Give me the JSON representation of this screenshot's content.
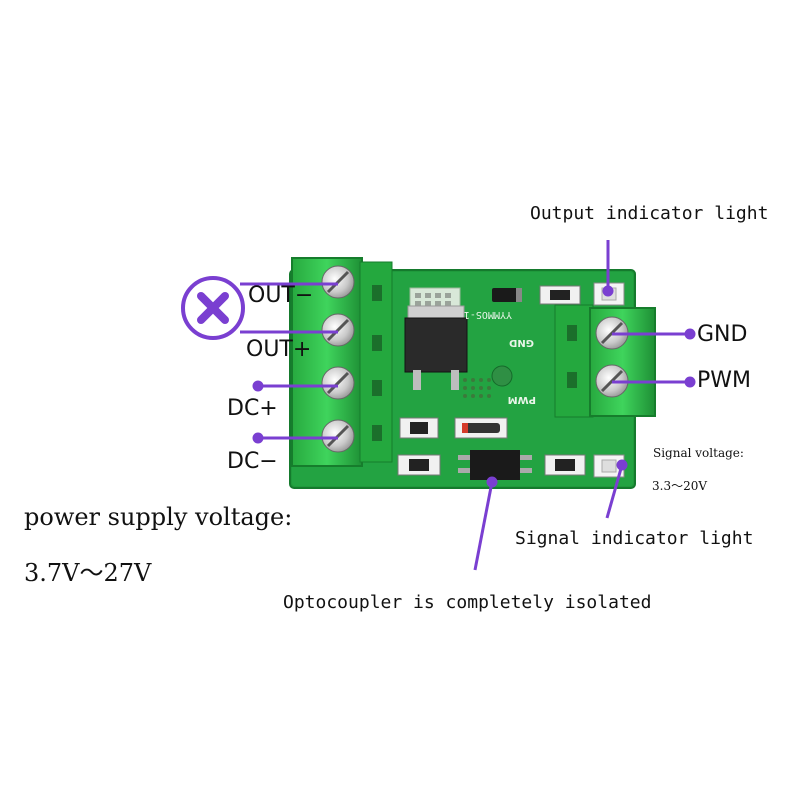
{
  "labels": {
    "out_minus": "OUT−",
    "out_plus": "OUT+",
    "dc_plus": "DC+",
    "dc_minus": "DC−",
    "gnd": "GND",
    "pwm": "PWM",
    "output_indicator": "Output indicator light",
    "signal_indicator": "Signal indicator light",
    "signal_voltage_title": "Signal voltage:",
    "signal_voltage_range": "3.3～20V",
    "power_supply_title": "power supply voltage:",
    "power_supply_range": "3.7V～27V",
    "optocoupler": "Optocoupler is completely isolated"
  },
  "board": {
    "model_marking": "YYMMOS-1",
    "silk_gnd": "GND",
    "silk_pwm": "PWM"
  },
  "colors": {
    "pcb_green": "#1f9a3c",
    "terminal_green": "#2fbf4a",
    "annotation_purple": "#7a3fd1"
  },
  "icons": {
    "unused_terminal_marker": "x-circle-icon"
  }
}
